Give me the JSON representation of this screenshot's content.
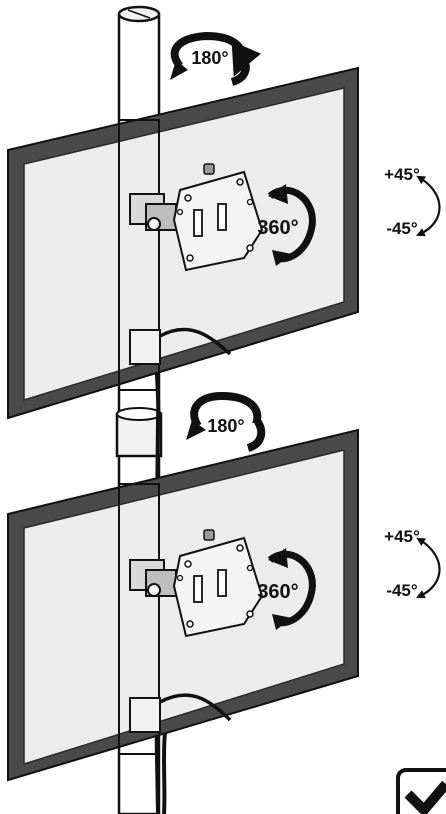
{
  "colors": {
    "ink": "#111111",
    "frame": "#4a4a4a",
    "frame_dark": "#2a2a2a",
    "screen": "#ececec",
    "pole": "#ffffff",
    "metal": "#9a9a9a",
    "background": "#ffffff"
  },
  "pole_top": {
    "rotation_label": "180°"
  },
  "monitor_top": {
    "swivel_label": "360°",
    "tilt_up_label": "+45°",
    "tilt_down_label": "-45°"
  },
  "pole_middle": {
    "rotation_label": "180°"
  },
  "monitor_bottom": {
    "swivel_label": "360°",
    "tilt_up_label": "+45°",
    "tilt_down_label": "-45°"
  },
  "icons": {
    "rotate": "rotate-arrow-icon",
    "tilt": "tilt-arrow-icon",
    "badge": "checkmark-badge-icon"
  }
}
